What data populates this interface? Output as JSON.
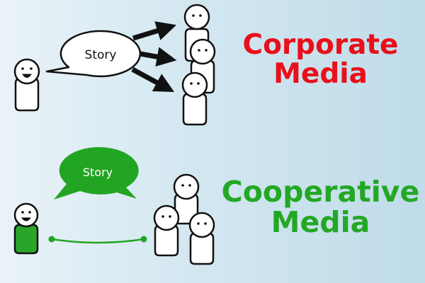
{
  "colors": {
    "corporate": "#e8101a",
    "cooperative": "#24a824",
    "outline": "#111111",
    "figure_fill": "#ffffff",
    "member_shirt": "#2aa52a",
    "bubble_green": "#22a522"
  },
  "corporate": {
    "bubble_text": "Story",
    "heading_line1": "Corporate",
    "heading_line2": "Media"
  },
  "cooperative": {
    "bubble_text": "Story",
    "heading_line1": "Cooperative",
    "heading_line2": "Media"
  }
}
